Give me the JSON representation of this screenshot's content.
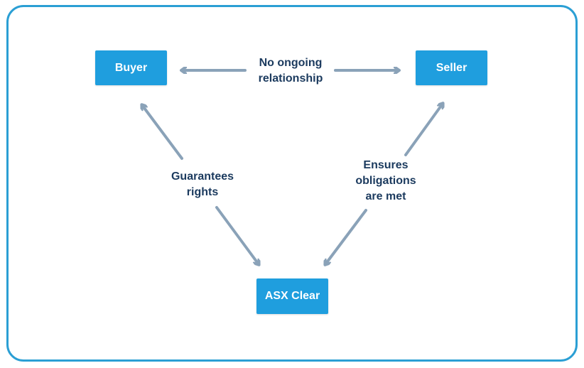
{
  "diagram": {
    "nodes": {
      "buyer": "Buyer",
      "seller": "Seller",
      "asx_clear": "ASX Clear"
    },
    "edges": {
      "buyer_seller": [
        "No ongoing",
        "relationship"
      ],
      "asx_buyer": [
        "Guarantees",
        "rights"
      ],
      "asx_seller": [
        "Ensures",
        "obligations",
        "are met"
      ]
    },
    "colors": {
      "node_fill": "#1f9ede",
      "frame": "#2b9fd4",
      "arrow": "#8aa2b8",
      "label_text": "#1b3a5e"
    }
  }
}
